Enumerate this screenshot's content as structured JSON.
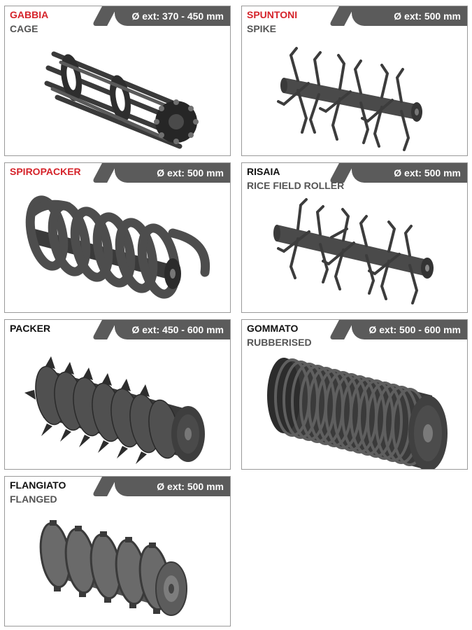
{
  "colors": {
    "accent_red": "#d5232a",
    "tab_gray": "#5b5b5b",
    "roller_dark": "#3c3c3c",
    "roller_mid": "#6a6a6a",
    "border": "#9a9a9a"
  },
  "rollers": [
    {
      "name": "GABBIA",
      "subtitle": "CAGE",
      "diameter": "Ø ext: 370 - 450 mm",
      "name_color": "red",
      "icon": "cage-roller-image"
    },
    {
      "name": "SPUNTONI",
      "subtitle": "SPIKE",
      "diameter": "Ø ext: 500 mm",
      "name_color": "red",
      "icon": "spike-roller-image"
    },
    {
      "name": "SPIROPACKER",
      "subtitle": "",
      "diameter": "Ø ext: 500 mm",
      "name_color": "red",
      "icon": "spiropacker-roller-image"
    },
    {
      "name": "RISAIA",
      "subtitle": "RICE FIELD ROLLER",
      "diameter": "Ø ext: 500 mm",
      "name_color": "black",
      "icon": "rice-field-roller-image"
    },
    {
      "name": "PACKER",
      "subtitle": "",
      "diameter": "Ø ext: 450 - 600 mm",
      "name_color": "black",
      "icon": "packer-roller-image"
    },
    {
      "name": "GOMMATO",
      "subtitle": "RUBBERISED",
      "diameter": "Ø ext: 500 - 600 mm",
      "name_color": "black",
      "icon": "rubberised-roller-image"
    },
    {
      "name": "FLANGIATO",
      "subtitle": "FLANGED",
      "diameter": "Ø ext: 500 mm",
      "name_color": "black",
      "icon": "flanged-roller-image"
    }
  ]
}
